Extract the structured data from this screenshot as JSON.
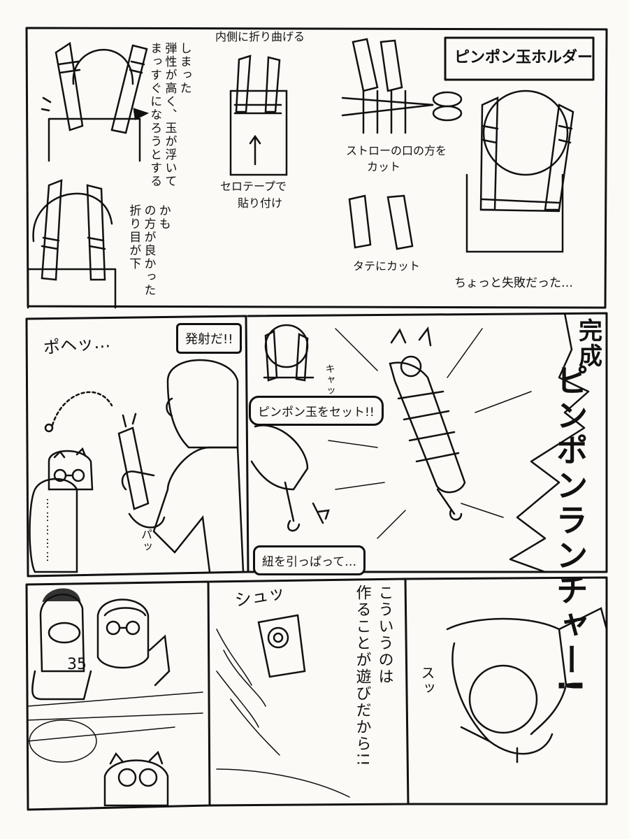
{
  "panel1": {
    "title": "ピンポン玉ホルダー",
    "fold_inward": "内側に折り曲げる",
    "bounce_note": [
      "まっすぐになろうとする",
      "弾性が高く、玉が浮いて",
      "しまった"
    ],
    "fold_suggestion": [
      "折り目が下",
      "の方が良かった",
      "かも"
    ],
    "tape_note": [
      "セロテープで",
      "貼り付け"
    ],
    "cut_straw_mouth": [
      "ストローの口の方を",
      "カット"
    ],
    "cut_vertical": "タテにカット",
    "slight_failure": "ちょっと失敗だった…"
  },
  "panel2": {
    "pohe": "ポヘッ…",
    "fire": "発射だ!!",
    "dots": "……………",
    "pa": "パッ"
  },
  "panel3": {
    "catch_sfx": "キャッチ!",
    "set_ball": "ピンポン玉をセット!!",
    "pull_string": "紐を引っぱって…"
  },
  "panel4": {
    "complete": "完成",
    "launcher_title": "ピンポンランチャー!"
  },
  "panel5": {
    "jersey_number": "35"
  },
  "panel6": {
    "shuu": "シュッ",
    "playing_lines": [
      "こういうのは",
      "作ることが遊びだから!!"
    ]
  },
  "panel7": {
    "suu": "スッ"
  }
}
